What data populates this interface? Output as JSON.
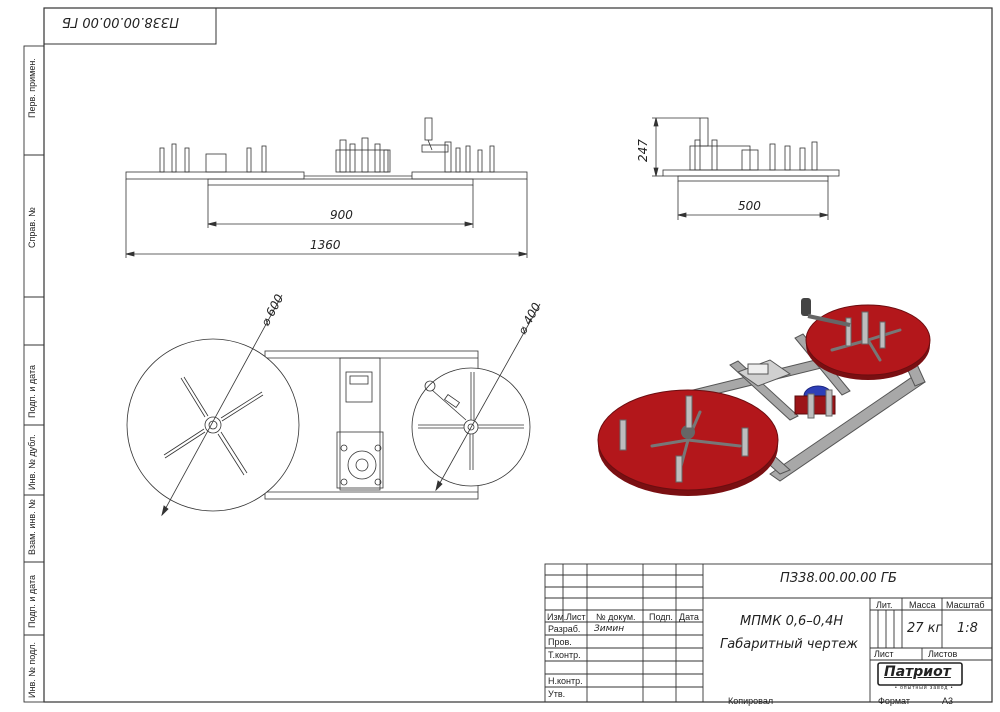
{
  "corner_code": "ПЗ38.00.00.00 ГБ",
  "side_labels": {
    "perm": "Перв. примен.",
    "sprav": "Справ. №",
    "podp_data1": "Подп. и дата",
    "inv_dubl": "Инв. № дубл.",
    "vzam": "Взам. инв. №",
    "podp_data2": "Подп. и дата",
    "inv_podl": "Инв. № подл."
  },
  "dimensions": {
    "d900": "900",
    "d1360": "1360",
    "d247": "247",
    "d500": "500",
    "d600": "600",
    "d400": "400"
  },
  "title_block": {
    "doc_code": "ПЗ38.00.00.00 ГБ",
    "product": "МПМК 0,6–0,4Н",
    "doc_name": "Габаритный чертеж",
    "lit": "Лит.",
    "massa": "Масса",
    "masshtab": "Масштаб",
    "mass_value": "27 кг",
    "scale_value": "1:8",
    "list": "Лист",
    "listov": "Листов",
    "izm": "Изм.",
    "list_col": "Лист",
    "n_dokum": "№ докум.",
    "podp": "Подп.",
    "data": "Дата",
    "razrab": "Разраб.",
    "razrab_name": "Зимин",
    "prov": "Пров.",
    "tkontr": "Т.контр.",
    "nkontr": "Н.контр.",
    "utv": "Утв.",
    "kopiroval": "Копировал",
    "format": "Формат",
    "format_value": "А3"
  },
  "logo": {
    "name": "Патриот",
    "tagline": "• опытный завод •"
  },
  "colors": {
    "reel_red": "#b3171b",
    "frame_gray": "#9a9a9a",
    "line": "#333333"
  }
}
